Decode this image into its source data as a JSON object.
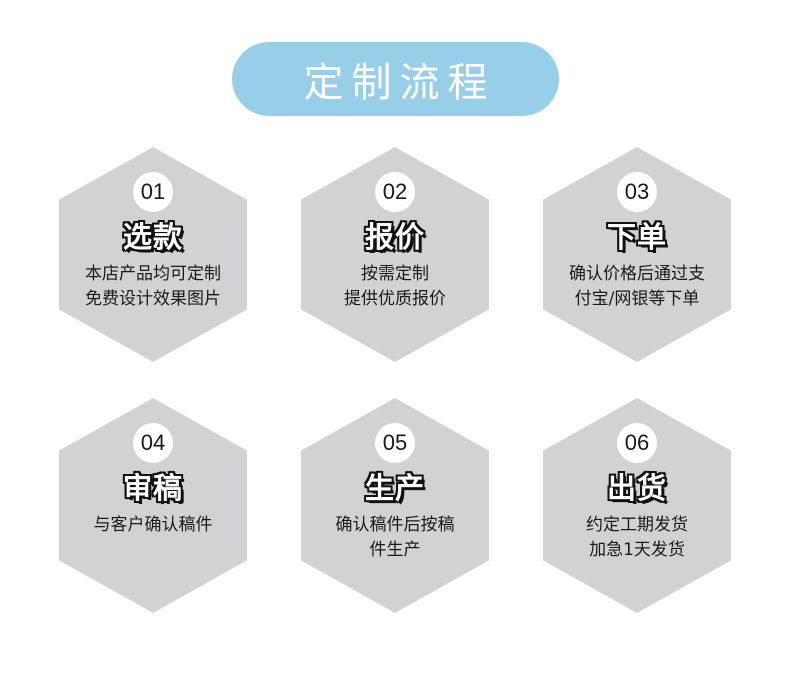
{
  "header": {
    "title": "定制流程"
  },
  "colors": {
    "pill": "#97cfe8",
    "hex": "#d2d2d4",
    "badge": "#ffffff",
    "text": "#1a1a1a"
  },
  "steps": [
    {
      "number": "01",
      "title": "选款",
      "lines": [
        "本店产品均可定制",
        "免费设计效果图片"
      ]
    },
    {
      "number": "02",
      "title": "报价",
      "lines": [
        "按需定制",
        "提供优质报价"
      ]
    },
    {
      "number": "03",
      "title": "下单",
      "lines": [
        "确认价格后通过支",
        "付宝/网银等下单"
      ]
    },
    {
      "number": "04",
      "title": "审稿",
      "lines": [
        "与客户确认稿件",
        ""
      ]
    },
    {
      "number": "05",
      "title": "生产",
      "lines": [
        "确认稿件后按稿",
        "件生产"
      ]
    },
    {
      "number": "06",
      "title": "出货",
      "lines": [
        "约定工期发货",
        "加急1天发货"
      ]
    }
  ]
}
